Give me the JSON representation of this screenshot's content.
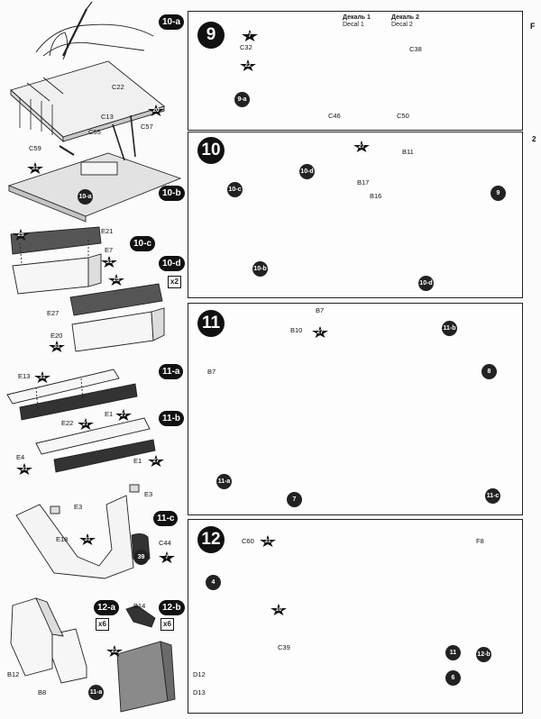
{
  "steps": {
    "s9": "9",
    "s10": "10",
    "s11": "11",
    "s12": "12"
  },
  "substeps": {
    "10a": "10-a",
    "10b": "10-b",
    "10c": "10-c",
    "10d": "10-d",
    "11a": "11-a",
    "11b": "11-b",
    "11c": "11-c",
    "12a": "12-a",
    "12b": "12-b"
  },
  "multipliers": {
    "x2": "x2",
    "x6a": "x6",
    "x6b": "x6"
  },
  "left": {
    "c22": "C22",
    "c13": "C13",
    "c55": "C55",
    "c57": "C57",
    "c59": "C59",
    "e21": "E21",
    "e7": "E7",
    "e27": "E27",
    "e20": "E20",
    "e13": "E13",
    "e22": "E22",
    "e1a": "E1",
    "e4": "E4",
    "e1b": "E1",
    "e3a": "E3",
    "e3b": "E3",
    "e18": "E18",
    "c44": "C44",
    "b12": "B12",
    "b8": "B8",
    "b14": "B14"
  },
  "step9": {
    "decal1_ru": "Декаль 1",
    "decal1_en": "Decal 1",
    "decal2_ru": "Декаль 2",
    "decal2_en": "Decal 2",
    "c32": "C32",
    "c38": "C38",
    "c46": "C46",
    "c50": "C50",
    "ref": "9-a"
  },
  "step10": {
    "b11": "B11",
    "b17": "B17",
    "b16": "B16",
    "ref_c": "10-c",
    "ref_d1": "10-d",
    "ref_d2": "10-d",
    "ref_b": "10-b",
    "ref_9": "9"
  },
  "step11": {
    "b7a": "B7",
    "b7b": "B7",
    "b10": "B10",
    "ref_b": "11-b",
    "ref_8": "8",
    "ref_a": "11-a",
    "ref_7": "7",
    "ref_c": "11-c"
  },
  "step12": {
    "c60": "C60",
    "f8": "F8",
    "c39": "C39",
    "d12": "D12",
    "d13": "D13",
    "ref_4": "4",
    "ref_11": "11",
    "ref_12b": "12-b",
    "ref_6": "6"
  },
  "paint": {
    "p7": "7",
    "p20": "20",
    "p31": "31",
    "p25": "25",
    "p27": "27",
    "p22": "22",
    "p39": "39",
    "p10": "10"
  },
  "edge": {
    "right_top": "F",
    "right_mid": "2"
  }
}
